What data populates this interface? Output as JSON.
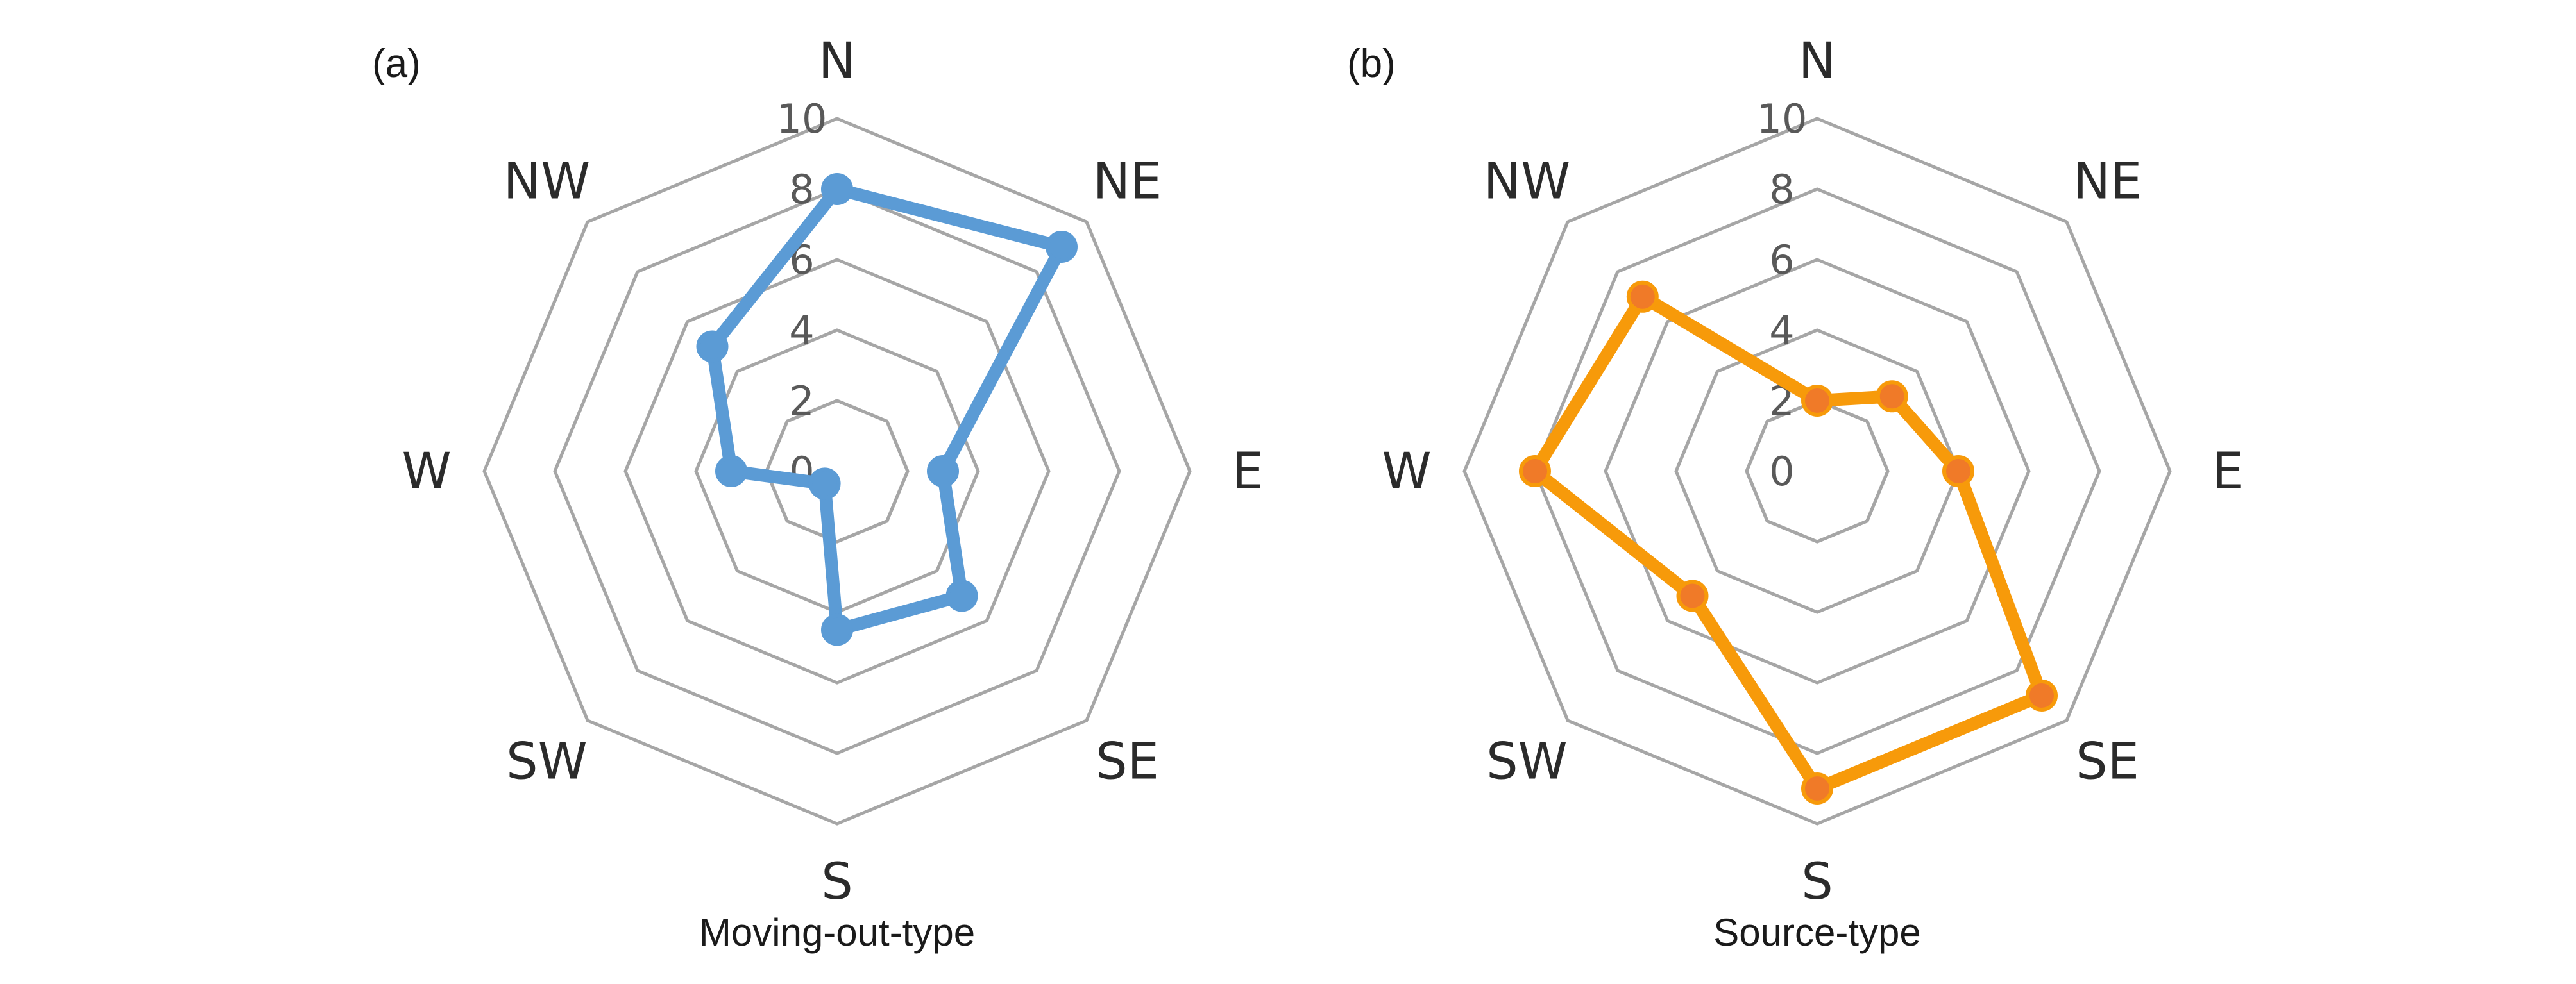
{
  "chart_data": [
    {
      "type": "radar",
      "panel_label": "(a)",
      "caption": "Moving-out-type",
      "directions": [
        "N",
        "NE",
        "E",
        "SE",
        "S",
        "SW",
        "W",
        "NW"
      ],
      "rlim": [
        0,
        10
      ],
      "ticks": [
        "0",
        "2",
        "4",
        "6",
        "8",
        "10"
      ],
      "grid": true,
      "series": [
        {
          "color": "#5b9bd5",
          "values": [
            8,
            9,
            3,
            5,
            4.5,
            0.5,
            3,
            5
          ]
        }
      ]
    },
    {
      "type": "radar",
      "panel_label": "(b)",
      "caption": "Source-type",
      "directions": [
        "N",
        "NE",
        "E",
        "SE",
        "S",
        "SW",
        "W",
        "NW"
      ],
      "rlim": [
        0,
        10
      ],
      "ticks": [
        "0",
        "2",
        "4",
        "6",
        "8",
        "10"
      ],
      "grid": true,
      "series": [
        {
          "color": "#f79a0a",
          "marker_color": "#f07a28",
          "values": [
            2,
            3,
            4,
            9,
            9,
            5,
            8,
            7
          ]
        }
      ]
    }
  ]
}
